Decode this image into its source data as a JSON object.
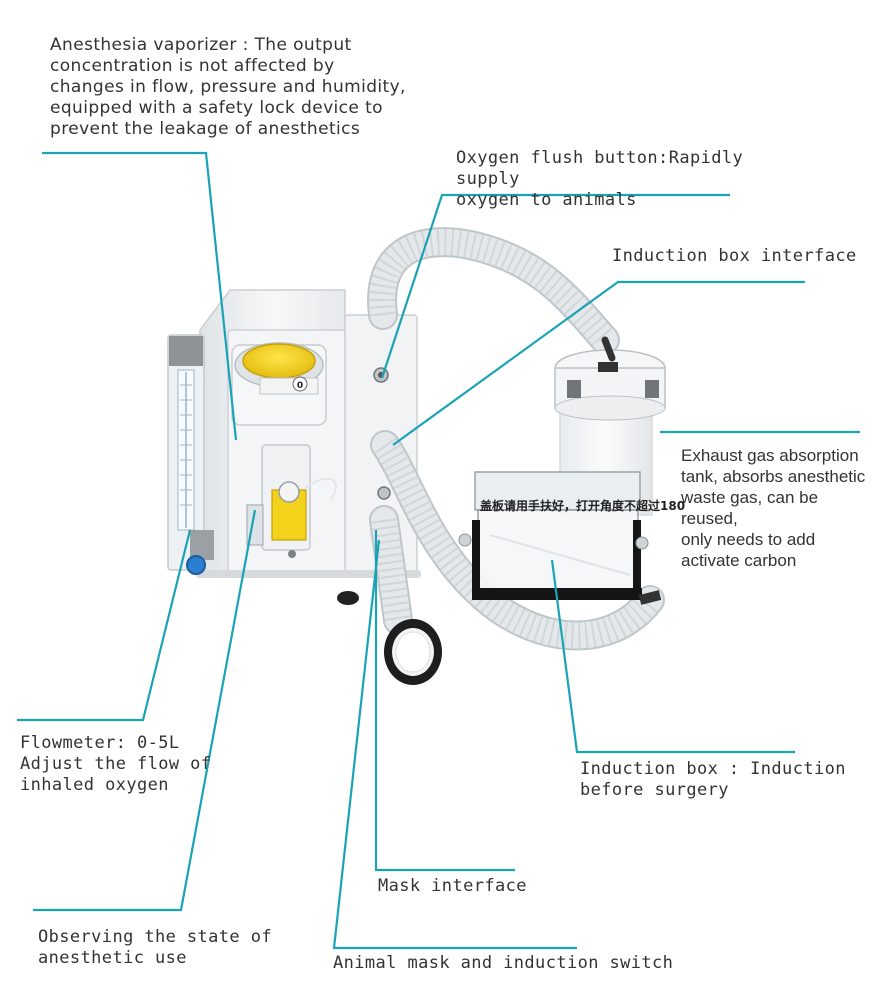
{
  "callouts": {
    "vaporizer": "Anesthesia vaporizer : The output\nconcentration is not affected by\nchanges in flow, pressure and humidity,\nequipped with a safety lock device to\nprevent the leakage of anesthetics",
    "oxygen_flush": "Oxygen flush button:Rapidly supply\noxygen to animals",
    "induction_box_interface": "Induction box interface",
    "exhaust_tank": "Exhaust gas absorption\ntank, absorbs anesthetic\nwaste gas, can be reused,\nonly needs to add\nactivate carbon",
    "flowmeter": "Flowmeter: 0-5L\nAdjust the flow of\ninhaled oxygen",
    "induction_box": "Induction box : Induction\nbefore surgery",
    "mask_interface": "Mask interface",
    "observing_state": "Observing the state of\nanesthetic use",
    "mask_switch": "Animal mask and induction switch"
  },
  "device": {
    "dial_value": "0",
    "box_lid_text": "盖板请用手扶好，打开角度不超过180"
  },
  "colors": {
    "leader_line": "#1aa3b5",
    "dial_cap": "#f2d21b",
    "flowmeter_knob": "#2b7fd0",
    "text": "#333333"
  }
}
